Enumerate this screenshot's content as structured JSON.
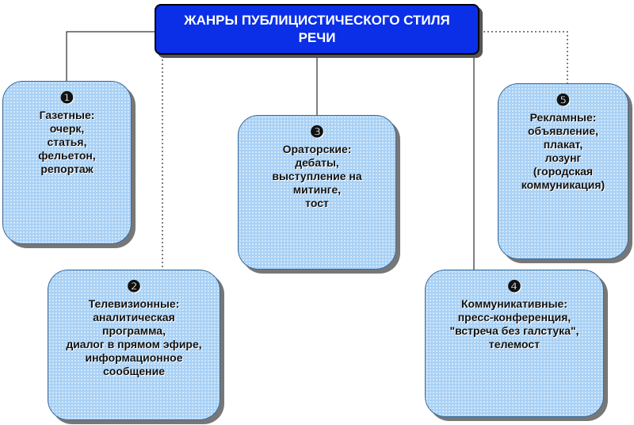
{
  "title": "ЖАНРЫ ПУБЛИЦИСТИЧЕСКОГО СТИЛЯ РЕЧИ",
  "genres": [
    {
      "number": "❶",
      "heading": "Газетные:",
      "items": [
        "очерк,",
        "статья,",
        "фельетон,",
        "репортаж"
      ]
    },
    {
      "number": "❷",
      "heading": "Телевизионные:",
      "items": [
        "аналитическая",
        "программа,",
        "диалог в прямом эфире,",
        "информационное",
        "сообщение"
      ]
    },
    {
      "number": "❸",
      "heading": "Ораторские:",
      "items": [
        "дебаты,",
        "выступление на",
        "митинге,",
        "тост"
      ]
    },
    {
      "number": "❹",
      "heading": "Коммуникативные:",
      "items": [
        "пресс-конференция,",
        "\"встреча без галстука\",",
        "телемост"
      ]
    },
    {
      "number": "❺",
      "heading": "Рекламные:",
      "items": [
        "объявление,",
        "плакат,",
        "лозунг",
        "(городская",
        "коммуникация)"
      ]
    }
  ]
}
